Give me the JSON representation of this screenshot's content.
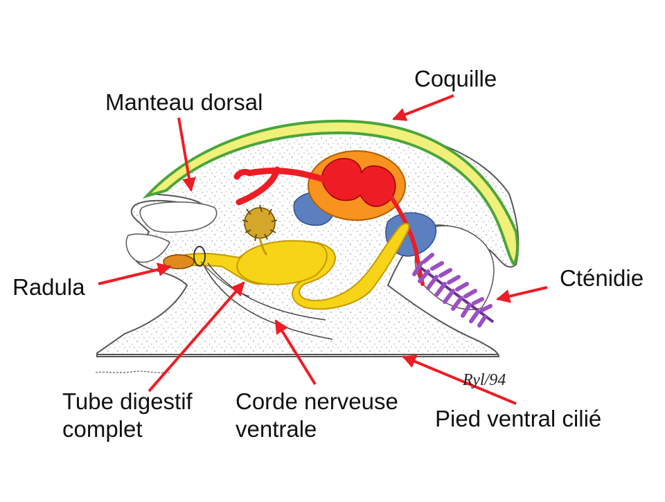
{
  "labels": {
    "coquille": "Coquille",
    "manteau_dorsal": "Manteau dorsal",
    "radula": "Radula",
    "ctenidie": "Cténidie",
    "tube_digestif_line1": "Tube digestif",
    "tube_digestif_line2": "complet",
    "corde_nerveuse_line1": "Corde nerveuse",
    "corde_nerveuse_line2": "ventrale",
    "pied_ventral": "Pied ventral cilié"
  },
  "signature": "Ryl/94",
  "colors": {
    "arrow": "#ee1c24",
    "shell_outer": "#4aa53a",
    "shell_inner": "#f1f07a",
    "heart_pericardium": "#f7931e",
    "heart": "#ee1c24",
    "digestive": "#f7d417",
    "gland": "#5b7fbf",
    "ctenidium": "#9a4fc4",
    "radula": "#e08a1e"
  }
}
